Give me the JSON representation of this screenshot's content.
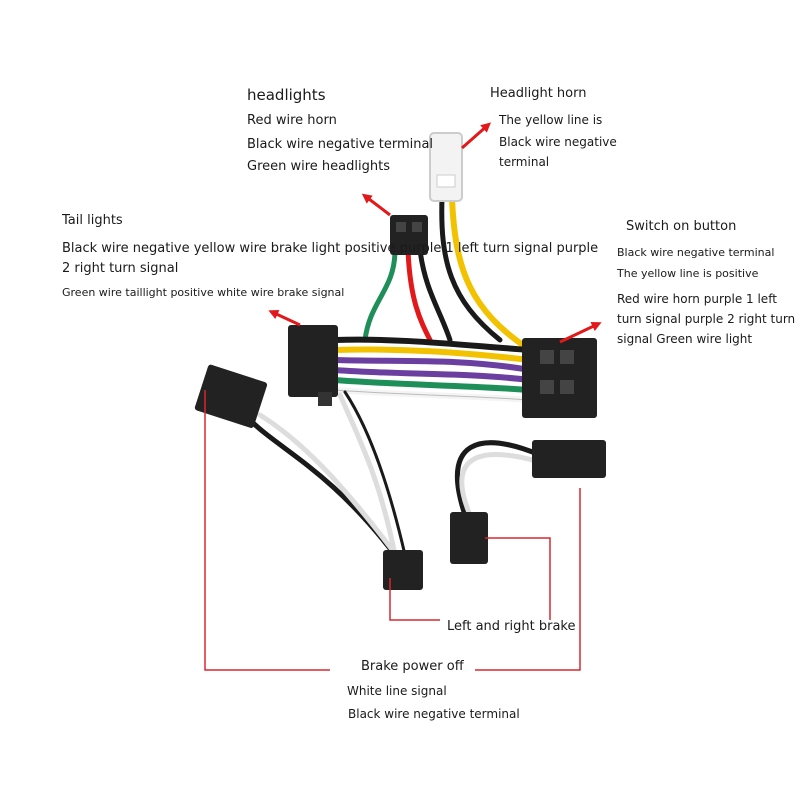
{
  "headlights": {
    "title": "headlights",
    "lines": [
      "Red wire horn",
      "Black wire negative terminal",
      "Green wire headlights"
    ]
  },
  "headlight_horn": {
    "title": "Headlight horn",
    "lines": [
      "The yellow line is",
      "Black wire negative",
      "terminal"
    ]
  },
  "tail_lights": {
    "title": "Tail lights",
    "line1": "Black wire negative yellow wire brake light positive purple 1 left turn signal purple",
    "line2": "2 right turn signal",
    "line3": "Green wire taillight positive white wire brake signal"
  },
  "switch": {
    "title": "Switch on button",
    "lines": [
      "Black wire negative terminal",
      "The yellow line is positive",
      "Red wire horn purple 1 left",
      "turn signal purple 2 right turn",
      "signal Green wire light"
    ]
  },
  "brake": {
    "lr": "Left and right brake",
    "title": "Brake power off",
    "lines": [
      "White line signal",
      "Black wire negative terminal"
    ]
  },
  "colors": {
    "red": "#e2191b",
    "yellow": "#f2c200",
    "purple": "#6a3fa0",
    "green": "#1f8f5a",
    "black": "#1a1a1a",
    "white": "#f4f4f4",
    "connector": "#222222",
    "annotation": "#d8282e"
  }
}
